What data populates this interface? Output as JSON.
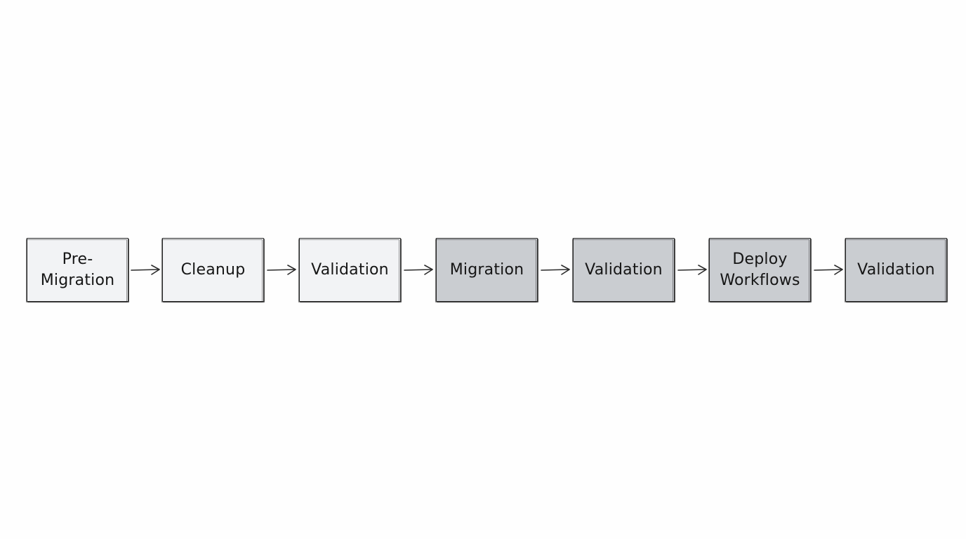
{
  "diagram": {
    "steps": [
      {
        "label": "Pre-\nMigration",
        "fill": "#f2f3f5"
      },
      {
        "label": "Cleanup",
        "fill": "#f2f3f5"
      },
      {
        "label": "Validation",
        "fill": "#f2f3f5"
      },
      {
        "label": "Migration",
        "fill": "#cacdd1"
      },
      {
        "label": "Validation",
        "fill": "#cacdd1"
      },
      {
        "label": "Deploy\nWorkflows",
        "fill": "#cacdd1"
      },
      {
        "label": "Validation",
        "fill": "#cacdd1"
      }
    ],
    "colors": {
      "light_box": "#f2f3f5",
      "dark_box": "#cacdd1",
      "stroke": "#2a2a2a"
    }
  }
}
